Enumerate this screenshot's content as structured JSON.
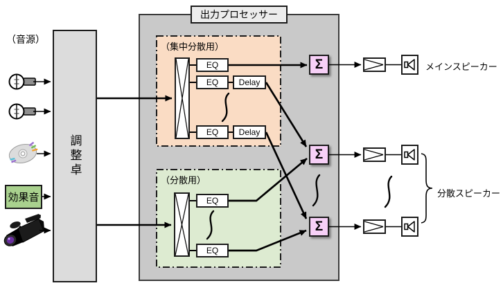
{
  "colors": {
    "processor_fill": "#c9c9c9",
    "console_fill": "#dcdcdc",
    "title_fill": "#ececec",
    "group_concentrated_fill": "#fadcc4",
    "group_distributed_fill": "#ddebd1",
    "effect_fill": "#a9d18e",
    "sigma_fill": "#f7d0f7",
    "line": "#000000"
  },
  "labels": {
    "sources": "（音源）",
    "console": "調整卓",
    "processor_title": "出力プロセッサー",
    "group_concentrated": "（集中分散用）",
    "group_distributed": "（分散用）",
    "effect": "効果音",
    "eq": "EQ",
    "delay": "Delay",
    "sigma": "Σ",
    "main_speaker": "メインスピーカー",
    "distributed_speaker": "分散スピーカー"
  },
  "icons": {
    "microphone": "side-view mic, round head with gray handle",
    "cd": "tilted disc with rainbow sheen and center hole",
    "video_camera": "black camcorder with purple lens",
    "matrix": "crossed-rectangle routing matrix",
    "amplifier": "triangle-in-box",
    "speaker": "driver-and-horn-in-box",
    "summation": "sigma-in-pink-box",
    "tilde": "vertical-squiggle continuation mark",
    "brace": "curly brace grouping distributed outputs"
  }
}
